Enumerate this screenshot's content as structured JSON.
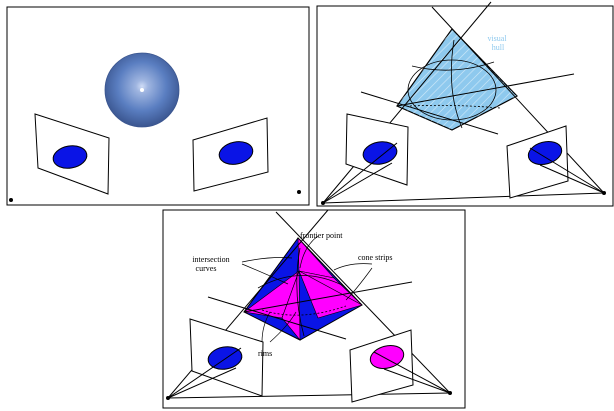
{
  "panel_left": {
    "name": "single-view-sphere-panel"
  },
  "panel_right": {
    "label_visual_hull": "visual\nhull",
    "label_color": "#8ec9ee"
  },
  "panel_bottom": {
    "label_frontier_point": "frontier point",
    "label_intersection_curves": "intersection\ncurves",
    "label_cone_strips": "cone strips",
    "label_rims": "rims"
  },
  "colors": {
    "ellipse_blue": "#0a14e6",
    "ellipse_magenta": "#ff00ff",
    "hull_fill": "#8ec9ee",
    "sphere_dark": "#3f5e9d",
    "sphere_light": "#9fb5e0"
  }
}
